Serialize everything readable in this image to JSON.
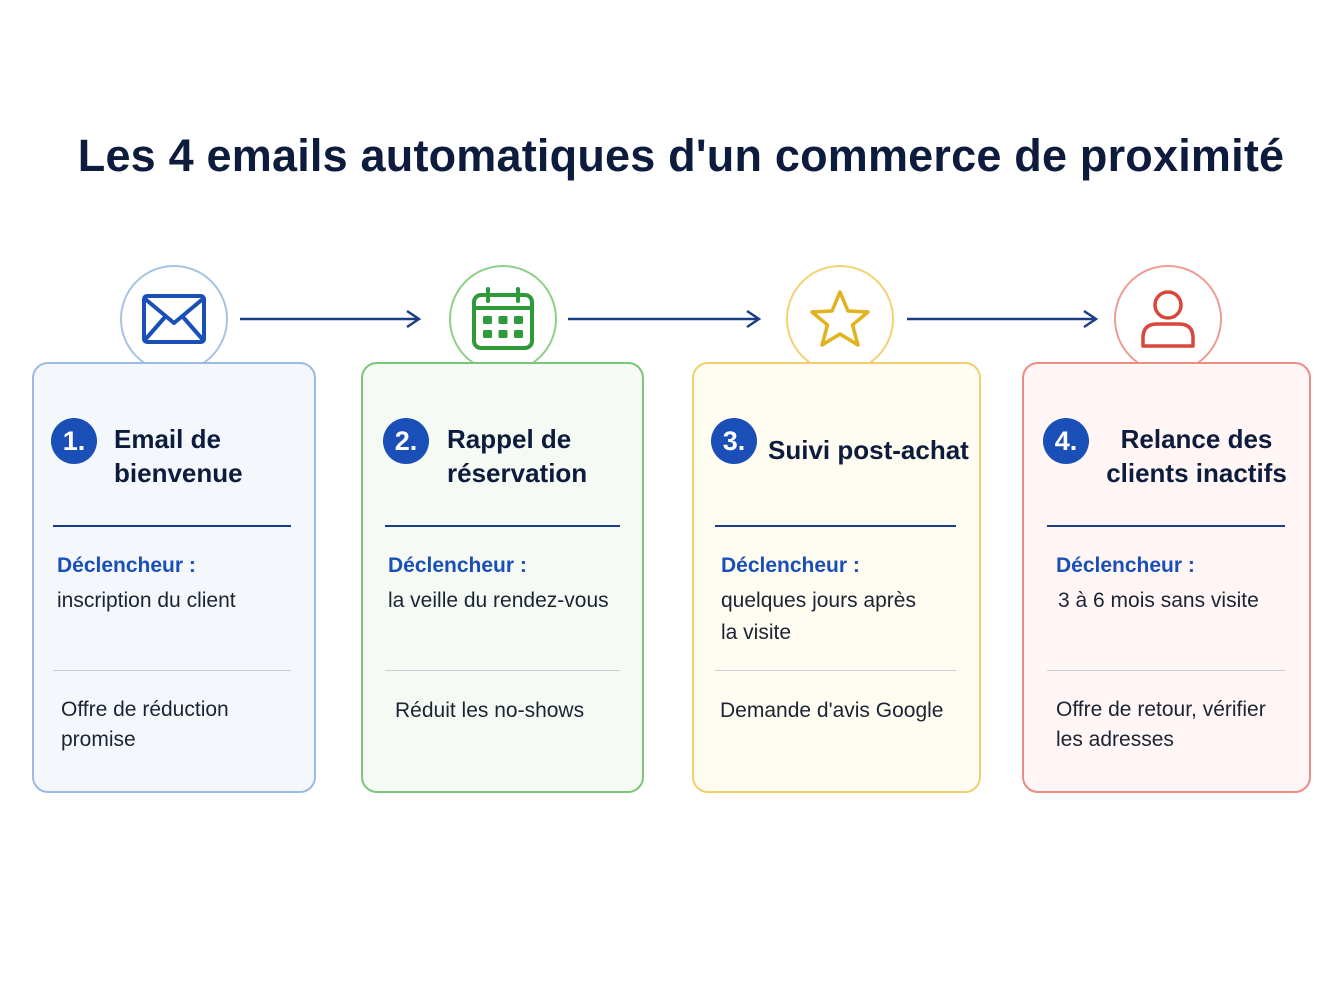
{
  "title": "Les 4 emails automatiques d'un commerce de proximité",
  "trigger_label": "Déclencheur :",
  "steps": [
    {
      "number": "1.",
      "title_line1": "Email de",
      "title_line2": "bienvenue",
      "trigger_line1": "inscription du client",
      "trigger_line2": "",
      "result_line1": "Offre de réduction",
      "result_line2": "promise",
      "icon": "envelope-icon",
      "color": "#1a4fb8"
    },
    {
      "number": "2.",
      "title_line1": "Rappel de",
      "title_line2": "réservation",
      "trigger_line1": "la veille du rendez-vous",
      "trigger_line2": "",
      "result_line1": "Réduit les no-shows",
      "result_line2": "",
      "icon": "calendar-icon",
      "color": "#2e9a3a"
    },
    {
      "number": "3.",
      "title_line1": "Suivi post-achat",
      "title_line2": "",
      "trigger_line1": "quelques jours après",
      "trigger_line2": "la visite",
      "result_line1": "Demande d'avis Google",
      "result_line2": "",
      "icon": "star-icon",
      "color": "#e3b21f"
    },
    {
      "number": "4.",
      "title_line1": "Relance des",
      "title_line2": "clients inactifs",
      "trigger_line1": "3 à 6 mois sans visite",
      "trigger_line2": "",
      "result_line1": "Offre de retour, vérifier",
      "result_line2": "les adresses",
      "icon": "user-icon",
      "color": "#d9463b"
    }
  ],
  "colors": {
    "navy": "#0d1b3d",
    "badge_blue": "#1a4fb8",
    "arrow": "#1a3e85"
  }
}
